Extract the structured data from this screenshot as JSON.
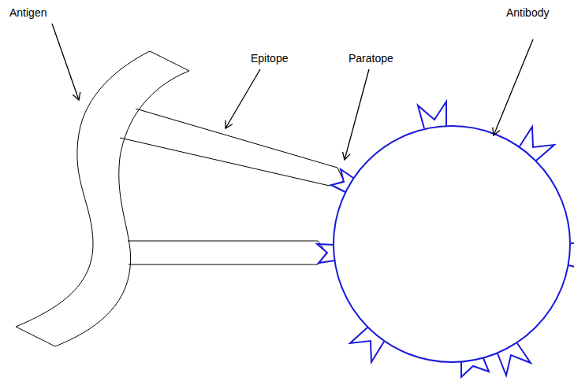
{
  "diagram": {
    "labels": [
      "Antigen",
      "Epitope",
      "Paratope",
      "Antibody"
    ]
  }
}
